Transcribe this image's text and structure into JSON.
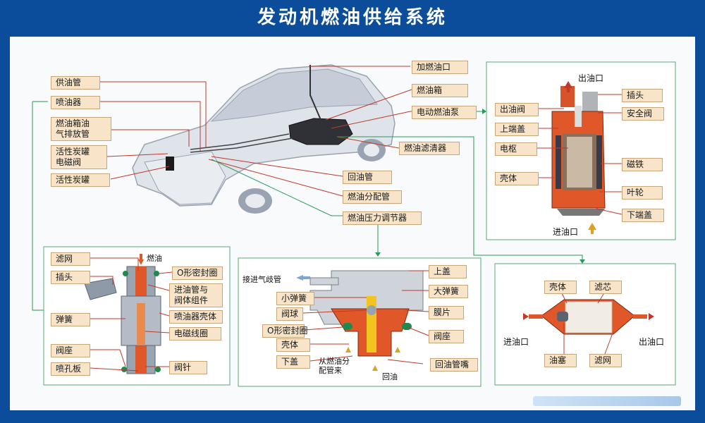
{
  "title": "发动机燃油供给系统",
  "car_labels": {
    "supply_pipe": "供油管",
    "injector": "喷油器",
    "vent_tube_1": "燃油箱油",
    "vent_tube_2": "气排放管",
    "canister_valve_1": "活性炭罐",
    "canister_valve_2": "电磁阀",
    "canister": "活性炭罐",
    "filler_port": "加燃油口",
    "fuel_tank": "燃油箱",
    "electric_pump": "电动燃油泵",
    "fuel_filter": "燃油滤清器",
    "return_pipe": "回油管",
    "distribution_pipe": "燃油分配管",
    "pressure_regulator": "燃油压力调节器"
  },
  "pump_panel": {
    "outlet": "出油口",
    "plug": "插头",
    "outlet_valve": "出油阀",
    "safety_valve": "安全阀",
    "upper_cover": "上端盖",
    "armature": "电枢",
    "magnet": "磁铁",
    "housing": "壳体",
    "impeller": "叶轮",
    "lower_cover": "下端盖",
    "inlet": "进油口"
  },
  "injector_panel": {
    "fuel": "燃油",
    "filter_screen": "滤网",
    "o_ring": "O形密封圈",
    "plug": "插头",
    "inlet_pipe_1": "进油管与",
    "inlet_pipe_2": "阀体组件",
    "spring": "弹簧",
    "injector_housing": "喷油器壳体",
    "coil": "电磁线圈",
    "valve_seat": "阀座",
    "needle": "阀针",
    "nozzle_plate": "喷孔板"
  },
  "regulator_panel": {
    "to_manifold": "接进气歧管",
    "upper_cover": "上盖",
    "small_spring": "小弹簧",
    "large_spring": "大弹簧",
    "valve_ball": "阀球",
    "diaphragm": "膜片",
    "o_ring": "O形密封圈",
    "valve_seat": "阀座",
    "housing": "壳体",
    "lower_cover": "下盖",
    "from_dist_1": "从燃油分",
    "from_dist_2": "配管来",
    "return_nozzle": "回油管嘴",
    "return_oil": "回油"
  },
  "filter_panel": {
    "housing": "壳体",
    "element": "滤芯",
    "inlet": "进油口",
    "outlet": "出油口",
    "plug": "油塞",
    "screen": "滤网"
  },
  "colors": {
    "background": "#0b4d9a",
    "label_fill": "#f7e4c9",
    "label_border": "#c9a57a",
    "orange_part": "#e0572a",
    "leader_line": "#c0392b",
    "connector": "#2a9a5a"
  }
}
